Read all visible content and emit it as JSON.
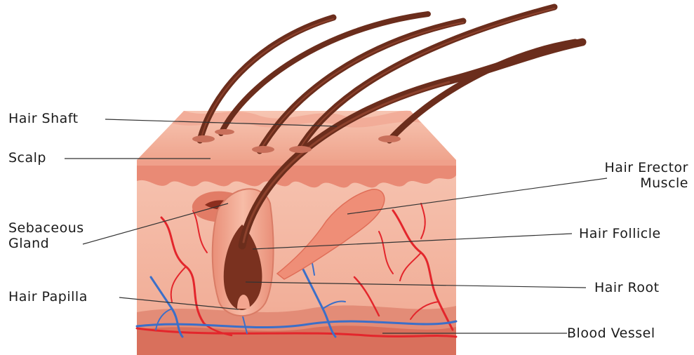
{
  "labels": {
    "hair_shaft": "Hair Shaft",
    "scalp": "Scalp",
    "sebaceous_gland": [
      "Sebaceous",
      "Gland"
    ],
    "hair_papilla": "Hair Papilla",
    "hair_erector_muscle": [
      "Hair Erector",
      "Muscle"
    ],
    "hair_follicle": "Hair Follicle",
    "hair_root": "Hair Root",
    "blood_vessel": "Blood Vessel"
  },
  "colors": {
    "skin_light": "#f4b9a4",
    "skin_mid": "#e9917c",
    "skin_dark": "#d4644f",
    "epidermis": "#ef9a86",
    "hair": "#6b2d1c",
    "artery": "#e3262c",
    "vein": "#3b6fc9",
    "muscle": "#ef8e77",
    "leader_line": "#333333"
  }
}
